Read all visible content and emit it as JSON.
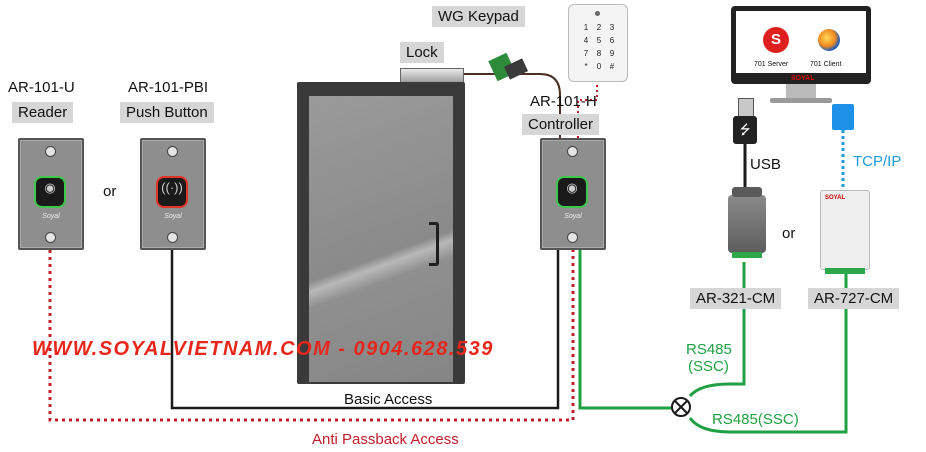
{
  "labels": {
    "wg_keypad": "WG Keypad",
    "lock": "Lock",
    "reader_model": "AR-101-U",
    "reader_name": "Reader",
    "pushbutton_model": "AR-101-PBI",
    "pushbutton_name": "Push Button",
    "or_left": "or",
    "controller_model": "AR-101-H",
    "controller_name": "Controller",
    "usb": "USB",
    "tcpip": "TCP/IP",
    "or_right": "or",
    "cm321": "AR-321-CM",
    "cm727": "AR-727-CM",
    "rs485_ssc_top": "RS485",
    "rs485_ssc_top2": "(SSC)",
    "rs485_ssc_bottom": "RS485(SSC)",
    "basic_access": "Basic Access",
    "anti_passback": "Anti Passback Access",
    "server": "701 Server",
    "client": "701 Client",
    "monitor_brand": "SOYAL",
    "device_brand": "SOYAL",
    "plate_brand": "Soyal",
    "watermark": "WWW.SOYALVIETNAM.COM - 0904.628.539",
    "s_logo": "S",
    "usb_symbol": "⭍"
  },
  "keypad_keys": [
    "1",
    "2",
    "3",
    "4",
    "5",
    "6",
    "7",
    "8",
    "9",
    "*",
    "0",
    "#"
  ],
  "colors": {
    "rs485": "#1fa043",
    "tcpip": "#1f9bd8",
    "anti_passback": "#c0202a",
    "basic": "#1a1a1a"
  },
  "icons": {
    "reader": "contactless-card-icon",
    "push_button": "wireless-signal-icon",
    "junction": "cross-circle-icon"
  }
}
